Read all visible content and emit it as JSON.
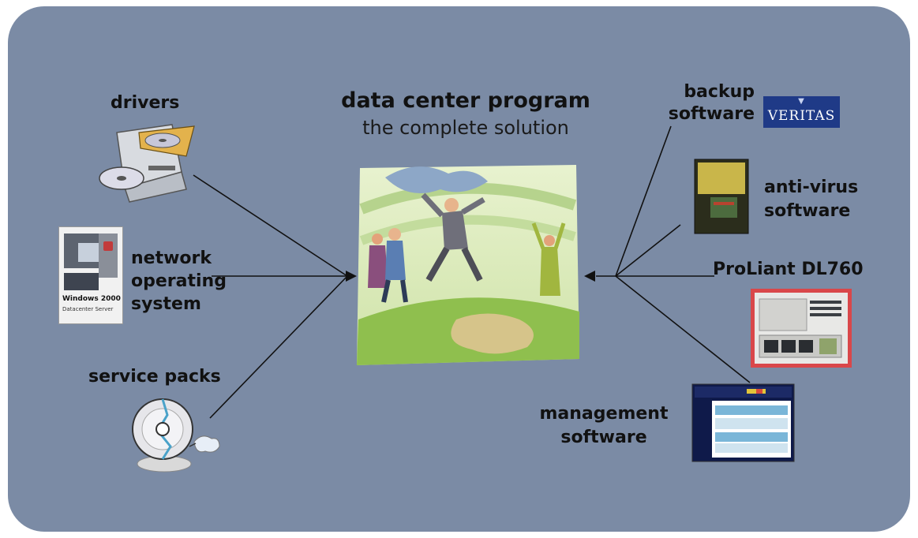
{
  "diagram": {
    "title": "data center program",
    "subtitle": "the complete solution",
    "nodes": {
      "drivers": "drivers",
      "network_os": "network\noperating\nsystem",
      "service_packs": "service packs",
      "backup": "backup\nsoftware",
      "veritas_logo": "VERITAS",
      "antivirus": "anti-virus\nsoftware",
      "proliant": "ProLiant DL760",
      "management": "management\nsoftware",
      "windows_box": "Windows 2000",
      "windows_box_sub": "Datacenter Server"
    }
  },
  "colors": {
    "panel": "#7b8ba5",
    "line": "#111111",
    "veritas": "#1f3a87",
    "server_frame": "#d9474a"
  },
  "icons": [
    "cd-drive-icon",
    "software-box-icon",
    "cd-disc-icon",
    "server-icon",
    "management-screen-icon"
  ]
}
